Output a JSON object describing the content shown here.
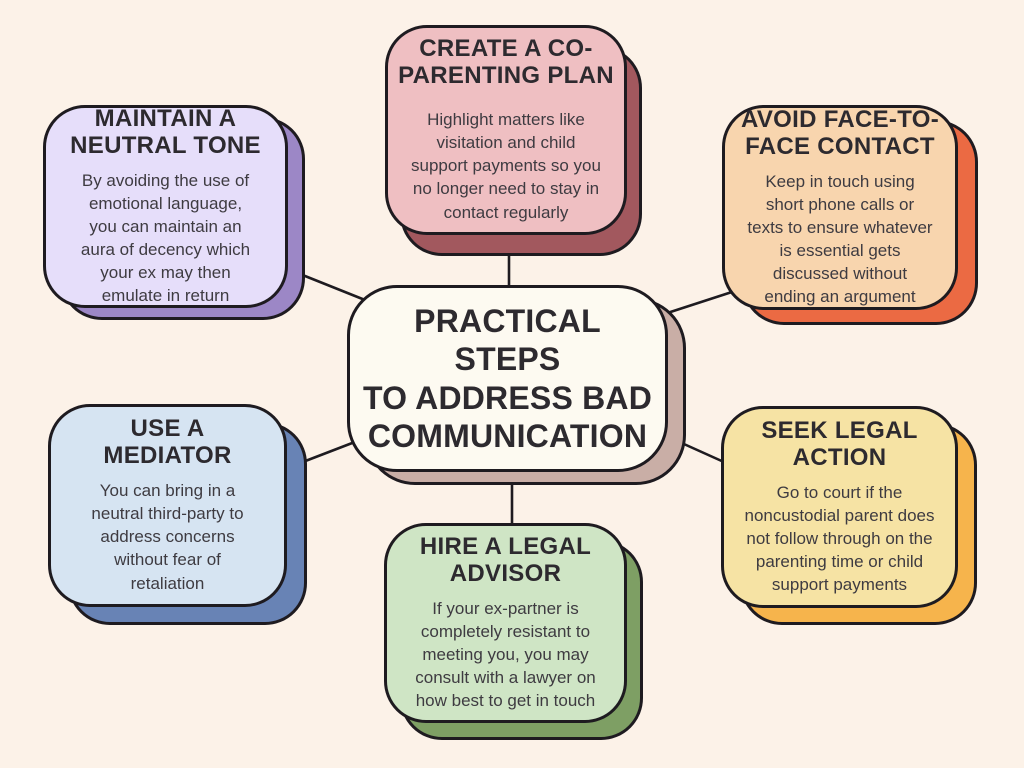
{
  "palette": {
    "background": "#FCF2E8",
    "outline": "#1E1B20",
    "title_color": "#2D2A2F",
    "body_color": "#3E3B41"
  },
  "center": {
    "label": "PRACTICAL STEPS\nTO ADDRESS BAD\nCOMMUNICATION",
    "fill": "#FDFAF1",
    "shadow": "#C9AEA6"
  },
  "nodes": [
    {
      "id": "maintain-a-neutral-tone",
      "position": "top-left",
      "title": "MAINTAIN A\nNEUTRAL TONE",
      "body": "By avoiding the use of\nemotional language,\nyou can maintain an\naura of decency which\nyour ex may then\nemulate in return",
      "fill": "#E6DEFA",
      "shadow": "#9C87C6"
    },
    {
      "id": "create-a-co-parenting-plan",
      "position": "top-center",
      "title": "CREATE A CO-\nPARENTING PLAN",
      "body": "Highlight matters like\nvisitation and child\nsupport payments so you\nno longer need to stay in\ncontact regularly",
      "fill": "#EFBFC2",
      "shadow": "#A2585E"
    },
    {
      "id": "avoid-face-to-face-contact",
      "position": "top-right",
      "title": "AVOID FACE-TO-\nFACE CONTACT",
      "body": "Keep in touch using\nshort phone calls or\ntexts to ensure whatever\nis essential gets\ndiscussed without\nending an argument",
      "fill": "#F8D5AE",
      "shadow": "#EB6A43"
    },
    {
      "id": "use-a-mediator",
      "position": "bottom-left",
      "title": "USE A\nMEDIATOR",
      "body": "You can bring in a\nneutral third-party to\naddress concerns\nwithout fear of\nretaliation",
      "fill": "#D6E4F2",
      "shadow": "#6883B5"
    },
    {
      "id": "hire-a-legal-advisor",
      "position": "bottom-center",
      "title": "HIRE A LEGAL\nADVISOR",
      "body": "If your ex-partner is\ncompletely resistant to\nmeeting you, you may\nconsult with a lawyer on\nhow best to get in touch",
      "fill": "#CFE5C5",
      "shadow": "#7E9F64"
    },
    {
      "id": "seek-legal-action",
      "position": "bottom-right",
      "title": "SEEK LEGAL\nACTION",
      "body": "Go to court if the\nnoncustodial parent does\nnot follow through on the\nparenting time or child\nsupport payments",
      "fill": "#F6E3A4",
      "shadow": "#F6B44C"
    }
  ]
}
